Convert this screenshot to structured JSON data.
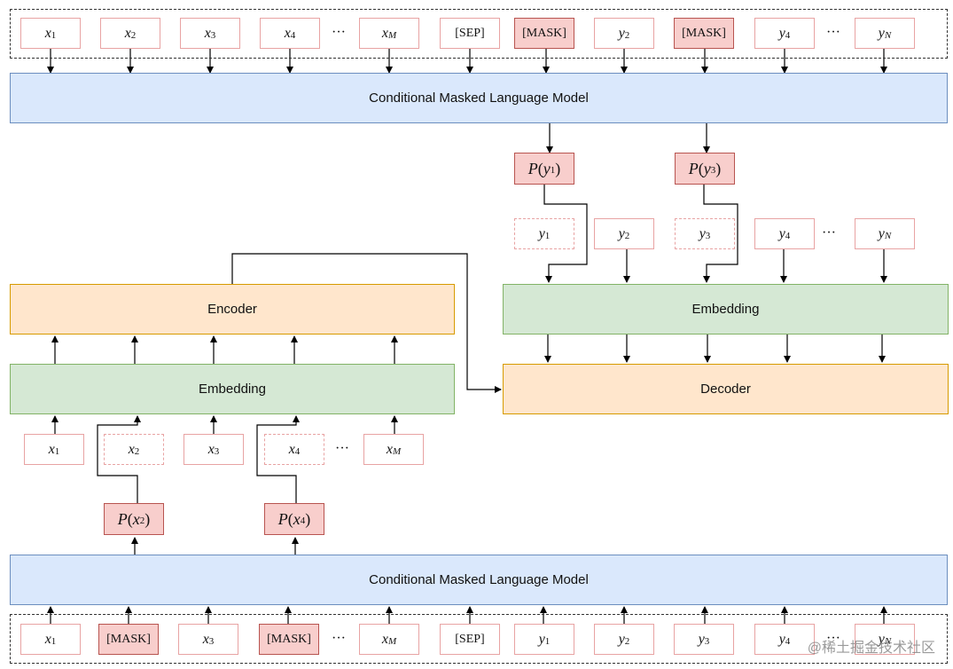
{
  "layers": {
    "cmlm_top": "Conditional Masked Language Model",
    "cmlm_bottom": "Conditional Masked Language Model",
    "encoder": "Encoder",
    "decoder": "Decoder",
    "embedding_left": "Embedding",
    "embedding_right": "Embedding"
  },
  "tokens": {
    "mask": "[MASK]",
    "sep": "[SEP]",
    "ellipsis": "···"
  },
  "probs": {
    "p": "P",
    "open": "(",
    "close": ")"
  },
  "symbols": {
    "x": "x",
    "y": "y",
    "sub_1": "1",
    "sub_2": "2",
    "sub_3": "3",
    "sub_4": "4",
    "sub_M": "M",
    "sub_N": "N"
  },
  "watermark": "@稀土掘金技术社区"
}
